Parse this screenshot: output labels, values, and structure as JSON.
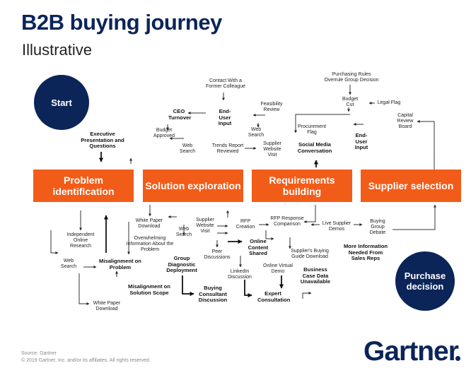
{
  "header": {
    "title": "B2B buying journey",
    "subtitle": "Illustrative"
  },
  "start": "Start",
  "end": "Purchase decision",
  "stages": [
    {
      "label": "Problem identification"
    },
    {
      "label": "Solution exploration"
    },
    {
      "label": "Requirements building"
    },
    {
      "label": "Supplier selection"
    }
  ],
  "steps": {
    "exec_presentation": "Executive Presentation and Questions",
    "ceo_turnover": "CEO Turnover",
    "budget_approved": "Budget Approved",
    "contact_former_colleague": "Contact With a Former Colleague",
    "end_user_input_1": "End-User Input",
    "feasibility_review": "Feasibility Review",
    "web_search_top_1": "Web Search",
    "web_search_top_2": "Web Search",
    "trends_report": "Trends Report Reviewed",
    "supplier_website_visit_top": "Supplier Website Visit",
    "procurement_flag": "Procurement Flag",
    "social_media": "Social Media Conversation",
    "purchasing_rules": "Purchasing Rules Overrule Group Decision",
    "budget_cut": "Budget Cut",
    "legal_flag": "Legal Flag",
    "end_user_input_2": "End-User Input",
    "capital_review": "Capital Review Board",
    "independent_research": "Independent Online Research",
    "web_search_left": "Web Search",
    "misalignment_problem": "Misalignment on Problem",
    "misalignment_solution": "Misalignment on Solution Scope",
    "white_paper_bottom": "White Paper Download",
    "white_paper_top": "White Paper Download",
    "overwhelming_info": "Overwhelming Information About the Problem",
    "web_search_mid": "Web Search",
    "group_diagnostic": "Group Diagnostic Deployment",
    "buying_consultant": "Buying Consultant Discussion",
    "supplier_website_visit_mid": "Supplier Website Visit",
    "peer_discussions": "Peer Discussions",
    "linkedin_discussion": "LinkedIn Discussion",
    "rfp_creation": "RFP Creation",
    "online_content_shared": "Online Content Shared",
    "rfp_response": "RFP Response Comparison",
    "live_supplier_demos": "Live Supplier Demos",
    "buying_group_debate": "Buying Group Debate",
    "buying_guide_download": "Supplier's Buying Guide Download",
    "online_virtual_demo": "Online Virtual Demo",
    "expert_consultation": "Expert Consultation",
    "business_case": "Business Case Data Unavailable",
    "more_information": "More Information Needed From Sales Reps"
  },
  "footer": {
    "source": "Source: Gartner",
    "copyright": "© 2019 Gartner, Inc. and/or its affiliates. All rights reserved.",
    "logo": "Gartner"
  },
  "colors": {
    "navy": "#0b2559",
    "orange": "#f25c19"
  }
}
